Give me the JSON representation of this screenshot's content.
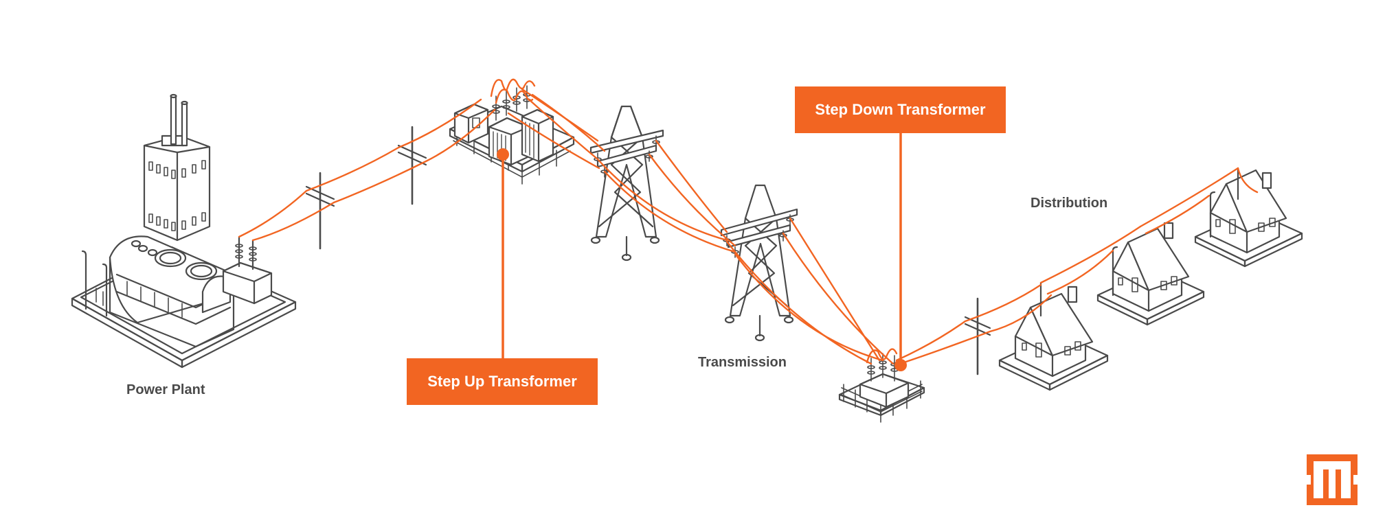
{
  "colors": {
    "accent": "#f26522",
    "line": "#4a4a4a",
    "background": "#ffffff"
  },
  "labels": {
    "power_plant": "Power Plant",
    "transmission": "Transmission",
    "distribution": "Distribution"
  },
  "callouts": {
    "step_up": "Step Up Transformer",
    "step_down": "Step Down Transformer"
  },
  "logo": {
    "icon": "m-brand-logo-icon"
  }
}
